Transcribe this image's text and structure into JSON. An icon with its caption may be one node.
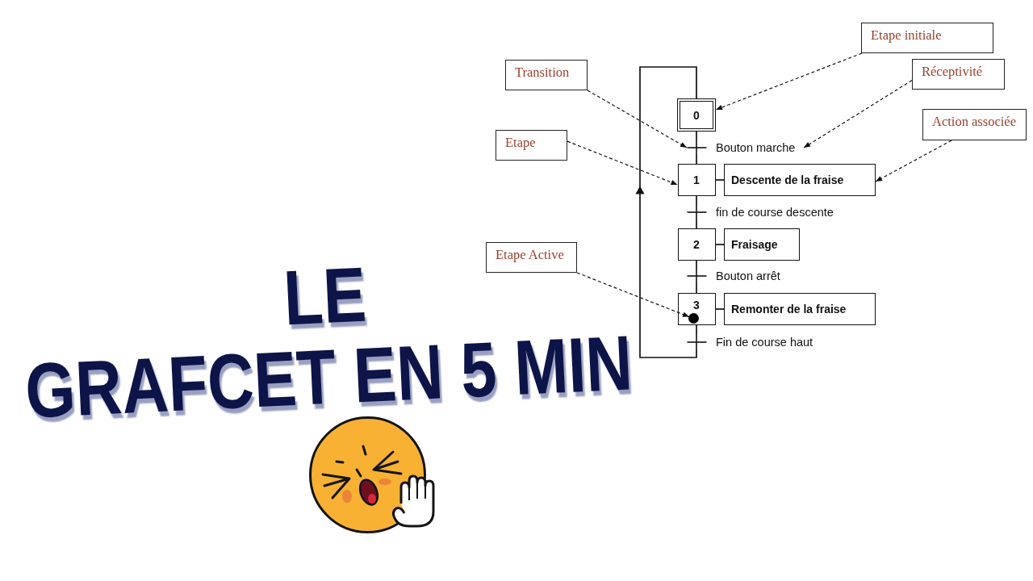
{
  "diagram": {
    "title": "LE GRAFCET EN 5 MIN",
    "nodes": [
      {
        "text": [
          "Etape initiale"
        ]
      },
      {
        "text": [
          "Transition"
        ]
      },
      {
        "text": [
          "Réceptivité"
        ]
      },
      {
        "text": [
          "Action associée"
        ]
      },
      {
        "text": [
          "Etape"
        ]
      },
      {
        "text": [
          "Etape Active"
        ]
      },
      {
        "text": [
          "0"
        ]
      },
      {
        "text": [
          "Bouton marche"
        ]
      },
      {
        "text": [
          "1"
        ]
      },
      {
        "text": [
          "Descente de la fraise"
        ]
      },
      {
        "text": [
          "fin de course descente"
        ]
      },
      {
        "text": [
          "2"
        ]
      },
      {
        "text": [
          "Fraisage"
        ]
      },
      {
        "text": [
          "Bouton arrêt"
        ]
      },
      {
        "text": [
          "3"
        ]
      },
      {
        "text": [],
        "shape": "circle",
        "in": 14
      },
      {
        "text": [
          "Remonter de la fraise"
        ]
      },
      {
        "text": [
          "Fin de course haut"
        ]
      }
    ],
    "edges": [
      {
        "from": 6,
        "to": 7,
        "arrow": "none"
      },
      {
        "from": 7,
        "to": 8,
        "arrow": "none"
      },
      {
        "from": 8,
        "to": 9,
        "arrow": "none"
      },
      {
        "from": 8,
        "to": 10,
        "arrow": "none"
      },
      {
        "from": 10,
        "to": 11,
        "arrow": "none"
      },
      {
        "from": 11,
        "to": 12,
        "arrow": "none"
      },
      {
        "from": 11,
        "to": 13,
        "arrow": "none"
      },
      {
        "from": 13,
        "to": 14,
        "arrow": "none"
      },
      {
        "from": 14,
        "to": 16,
        "arrow": "none"
      },
      {
        "from": 14,
        "to": 17,
        "arrow": "none"
      },
      {
        "from": 17,
        "to": 6,
        "arrow": "to"
      },
      {
        "from": 0,
        "to": 6,
        "arrow": "to",
        "style": "dashed"
      },
      {
        "from": 1,
        "to": 7,
        "arrow": "to",
        "style": "dashed"
      },
      {
        "from": 2,
        "to": 7,
        "arrow": "to",
        "style": "dashed"
      },
      {
        "from": 3,
        "to": 9,
        "arrow": "to",
        "style": "dashed"
      },
      {
        "from": 4,
        "to": 8,
        "arrow": "to",
        "style": "dashed"
      },
      {
        "from": 5,
        "to": 15,
        "arrow": "to",
        "style": "dashed"
      }
    ]
  }
}
